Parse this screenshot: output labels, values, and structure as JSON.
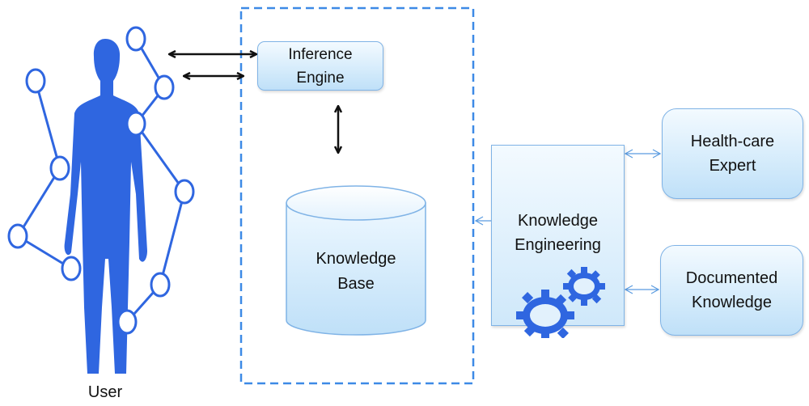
{
  "diagram": {
    "type": "expert-system-architecture",
    "colors": {
      "primary_blue": "#2f66e0",
      "dashed_border": "#3d8ae6",
      "box_border": "#7fb3e6",
      "box_fill_top": "#f3faff",
      "box_fill_bottom": "#bfe0f8",
      "arrow_black": "#111111",
      "arrow_blue": "#5a9be0"
    },
    "nodes": {
      "user": {
        "label": "User",
        "icon": "human-figure-network-icon"
      },
      "inference_engine": {
        "line1": "Inference",
        "line2": "Engine"
      },
      "knowledge_base": {
        "line1": "Knowledge",
        "line2": "Base",
        "shape": "cylinder"
      },
      "knowledge_engineering": {
        "line1": "Knowledge",
        "line2": "Engineering",
        "icon": "gears-icon"
      },
      "health_care_expert": {
        "line1": "Health-care",
        "line2": "Expert"
      },
      "documented_knowledge": {
        "line1": "Documented",
        "line2": "Knowledge"
      }
    },
    "edges": [
      {
        "from": "user",
        "to": "inference_engine",
        "direction": "bidirectional"
      },
      {
        "from": "user",
        "to": "system_boundary",
        "direction": "bidirectional"
      },
      {
        "from": "inference_engine",
        "to": "knowledge_base",
        "direction": "bidirectional"
      },
      {
        "from": "knowledge_engineering",
        "to": "system_boundary",
        "direction": "one-way"
      },
      {
        "from": "knowledge_engineering",
        "to": "health_care_expert",
        "direction": "bidirectional"
      },
      {
        "from": "knowledge_engineering",
        "to": "documented_knowledge",
        "direction": "bidirectional"
      }
    ]
  }
}
